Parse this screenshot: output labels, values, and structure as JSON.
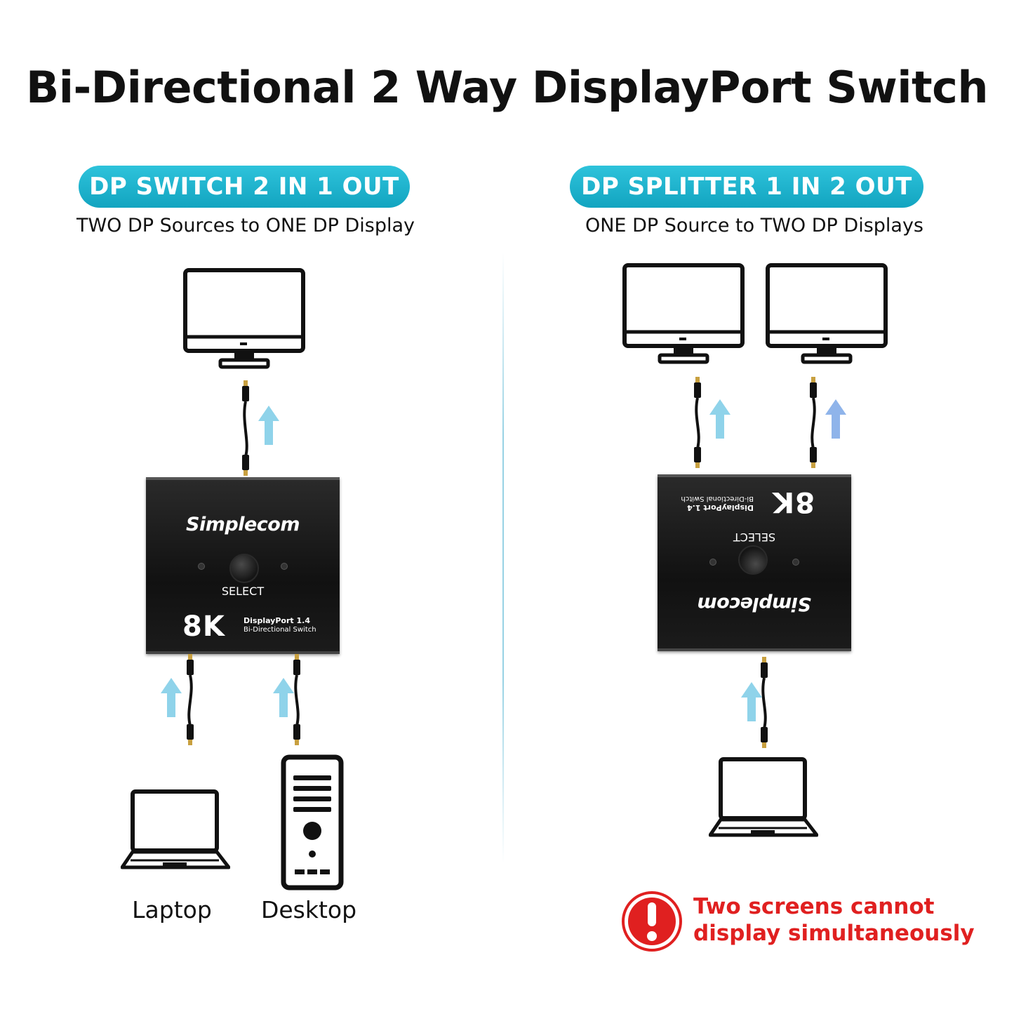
{
  "title": "Bi-Directional 2 Way DisplayPort Switch",
  "left": {
    "pill": "DP SWITCH 2 IN 1 OUT",
    "subtitle": "TWO DP Sources to ONE DP Display",
    "device": {
      "brand": "Simplecom",
      "select": "SELECT",
      "resolution": "8K",
      "line1": "DisplayPort 1.4",
      "line2": "Bi-Directional Switch"
    },
    "captions": [
      "Laptop",
      "Desktop"
    ]
  },
  "right": {
    "pill": "DP SPLITTER 1 IN 2 OUT",
    "subtitle": "ONE DP Source to TWO DP Displays",
    "device": {
      "brand": "Simplecom",
      "select": "SELECT",
      "resolution": "8K",
      "line1": "DisplayPort 1.4",
      "line2": "Bi-Directional Switch"
    },
    "warning": [
      "Two screens cannot",
      "display simultaneously"
    ]
  },
  "colors": {
    "accent": "#1ab0cc",
    "arrow": "#8fd3ea",
    "warning": "#e02020"
  },
  "icons": [
    "monitor-icon",
    "laptop-icon",
    "desktop-tower-icon",
    "cable-icon",
    "up-arrow-icon",
    "warning-icon"
  ]
}
